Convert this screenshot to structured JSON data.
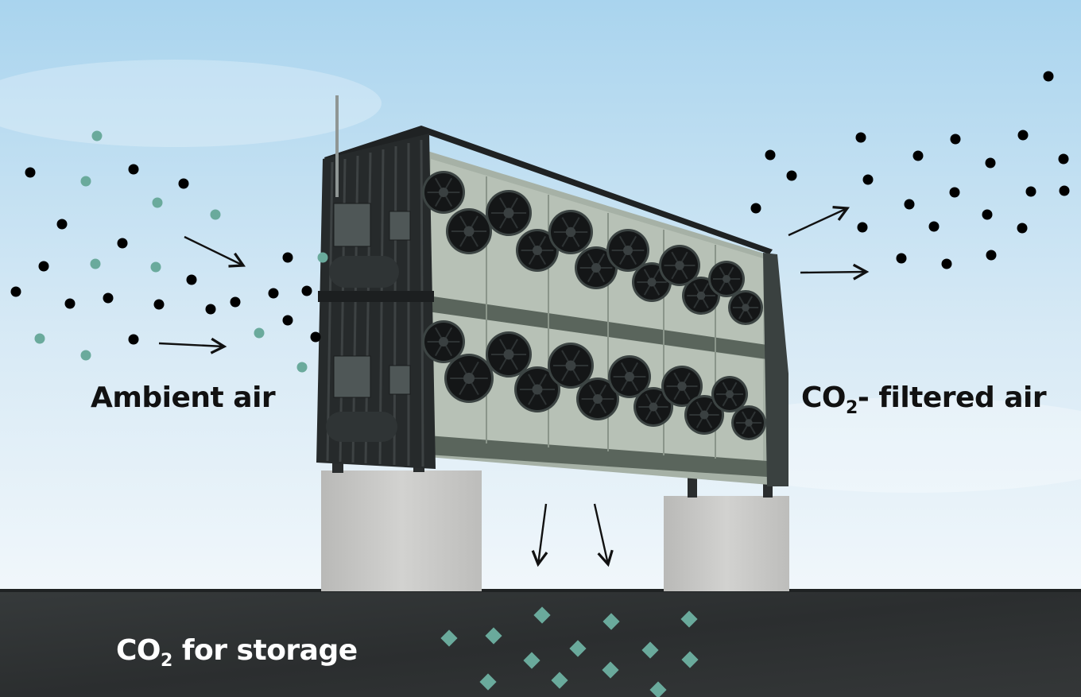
{
  "labels": {
    "ambient_air": "Ambient air",
    "filtered_co": "CO",
    "filtered_sub": "2",
    "filtered_rest": "- filtered air",
    "storage_co": "CO",
    "storage_sub": "2",
    "storage_rest": " for storage"
  },
  "colors": {
    "sky_top": "#a9d4ee",
    "sky_bottom": "#f1f7fb",
    "ground": "#2f3233",
    "co2_particle": "#6aaa9c",
    "air_particle": "#000000",
    "collector_frame": "#262a2b",
    "collector_panel": "#b5bfb4",
    "fan": "#141617",
    "concrete": "#c9c9c7",
    "label_dark": "#111111",
    "label_light": "#ffffff"
  },
  "icons": [
    "arrow-icon",
    "fan-icon",
    "antenna-icon"
  ]
}
